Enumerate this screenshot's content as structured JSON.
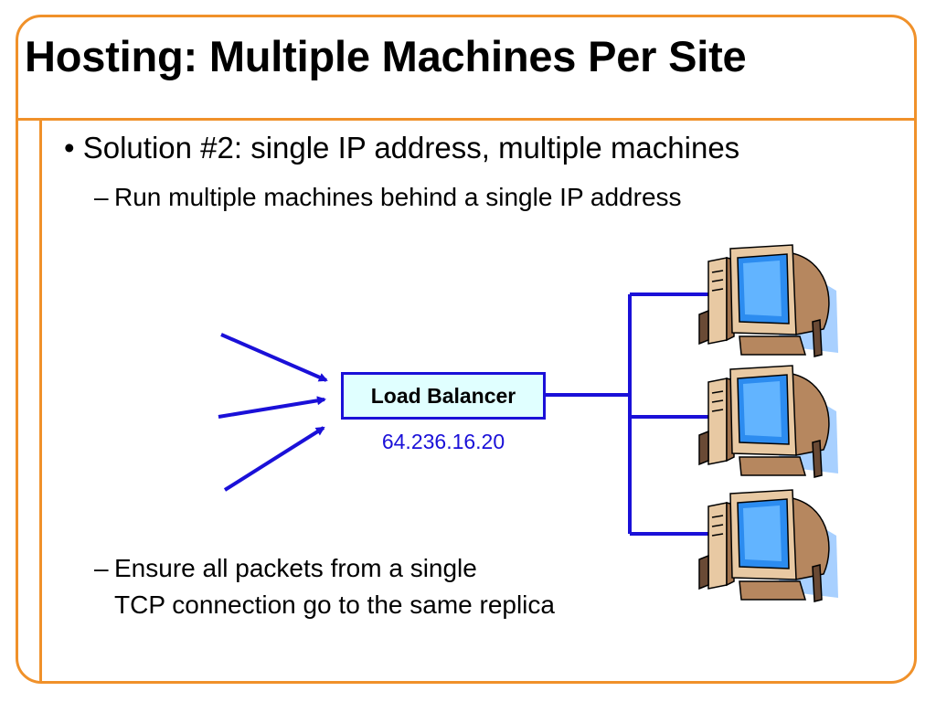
{
  "slide": {
    "title": "Hosting: Multiple Machines Per Site",
    "bullet": "• Solution #2: single IP address, multiple machines",
    "sub1": {
      "dash": "–",
      "text": "Run multiple machines behind a single IP address"
    },
    "sub2": {
      "dash": "–",
      "line1": "Ensure all packets from a single",
      "line2": "TCP connection go to the same replica"
    }
  },
  "diagram": {
    "load_balancer_label": "Load Balancer",
    "ip_address": "64.236.16.20",
    "replica_count": 3,
    "incoming_arrow_count": 3
  },
  "colors": {
    "accent": "#f0912a",
    "line": "#1a10d8",
    "box_fill": "#e0ffff"
  }
}
